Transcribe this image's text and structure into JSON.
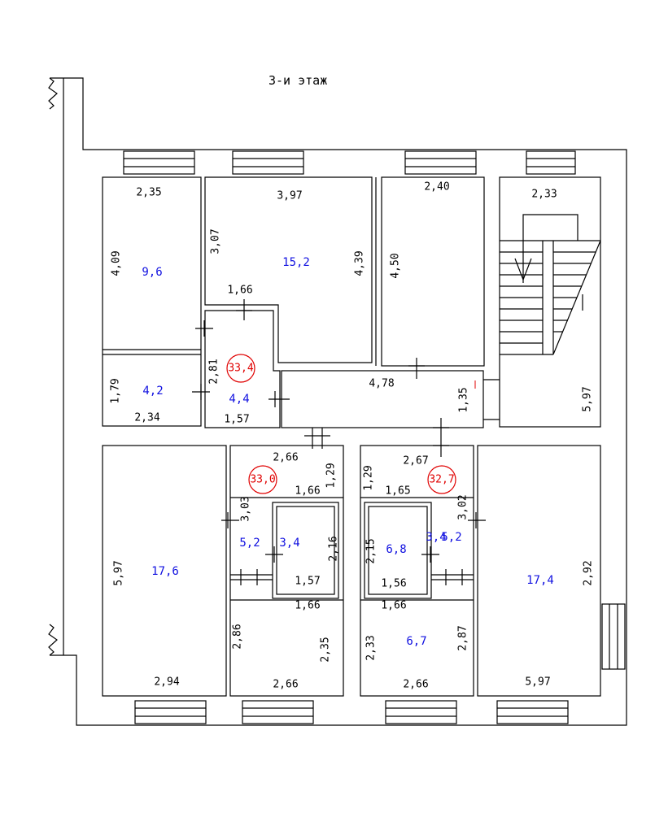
{
  "title": "3-и этаж",
  "colors": {
    "wall": "#000000",
    "dimension": "#000000",
    "area": "#1010e0",
    "apartment_total": "#e00000"
  },
  "apartment_totals": [
    "33,4",
    "33,0",
    "32,7"
  ],
  "areas": [
    "9,6",
    "15,2",
    "4,2",
    "4,4",
    "17,6",
    "5,2",
    "3,4",
    "6,8",
    "3,4",
    "5,2",
    "6,7",
    "17,4"
  ],
  "dimensions": [
    "2,35",
    "3,97",
    "2,40",
    "2,33",
    "4,09",
    "3,07",
    "4,39",
    "4,50",
    "1,66",
    "2,81",
    "1,79",
    "2,34",
    "1,57",
    "4,78",
    "1,35",
    "5,97",
    "2,66",
    "1,29",
    "1,66",
    "3,03",
    "2,16",
    "1,57",
    "1,66",
    "2,86",
    "2,35",
    "2,66",
    "2,94",
    "2,67",
    "1,29",
    "1,65",
    "3,02",
    "2,15",
    "1,56",
    "1,66",
    "2,33",
    "2,87",
    "2,66",
    "5,97",
    "2,92",
    "5,97"
  ]
}
